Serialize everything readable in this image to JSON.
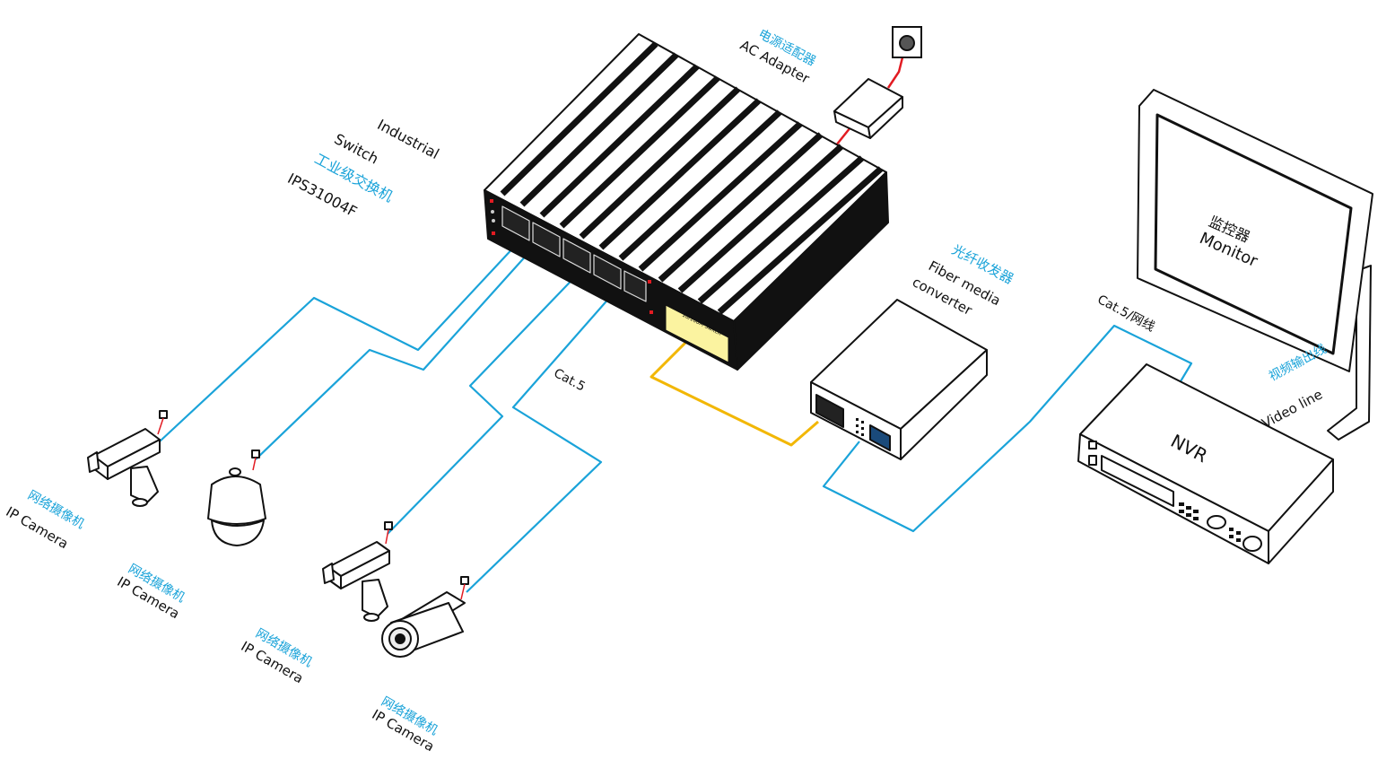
{
  "colors": {
    "ethernet_cable": "#1aa3d9",
    "fiber_cable": "#f2b705",
    "power_cable": "#e21b22",
    "label_chinese": "#1aa3d9",
    "label_english": "#111111",
    "device_outline": "#111111",
    "switch_body": "#111111"
  },
  "switch": {
    "name_line1": "Industrial",
    "name_line2": "Switch",
    "name_cn": "工业级交换机",
    "model": "IPS31004F",
    "front_plate_text": "10/100M Switch"
  },
  "adapter": {
    "cn": "电源适配器",
    "en": "AC Adapter"
  },
  "fiber_converter": {
    "cn": "光纤收发器",
    "en_line1": "Fiber media",
    "en_line2": "converter"
  },
  "monitor": {
    "cn": "监控器",
    "en": "Monitor"
  },
  "nvr": {
    "label": "NVR"
  },
  "cables": {
    "cat5": "Cat.5",
    "cat5_net": "Cat.5/网线",
    "video_cn": "视频输出线",
    "video_en": "Video line"
  },
  "cameras": [
    {
      "type": "box-camera",
      "cn": "网络摄像机",
      "en": "IP Camera"
    },
    {
      "type": "dome-camera",
      "cn": "网络摄像机",
      "en": "IP Camera"
    },
    {
      "type": "box-camera",
      "cn": "网络摄像机",
      "en": "IP Camera"
    },
    {
      "type": "bullet-camera",
      "cn": "网络摄像机",
      "en": "IP Camera"
    }
  ]
}
